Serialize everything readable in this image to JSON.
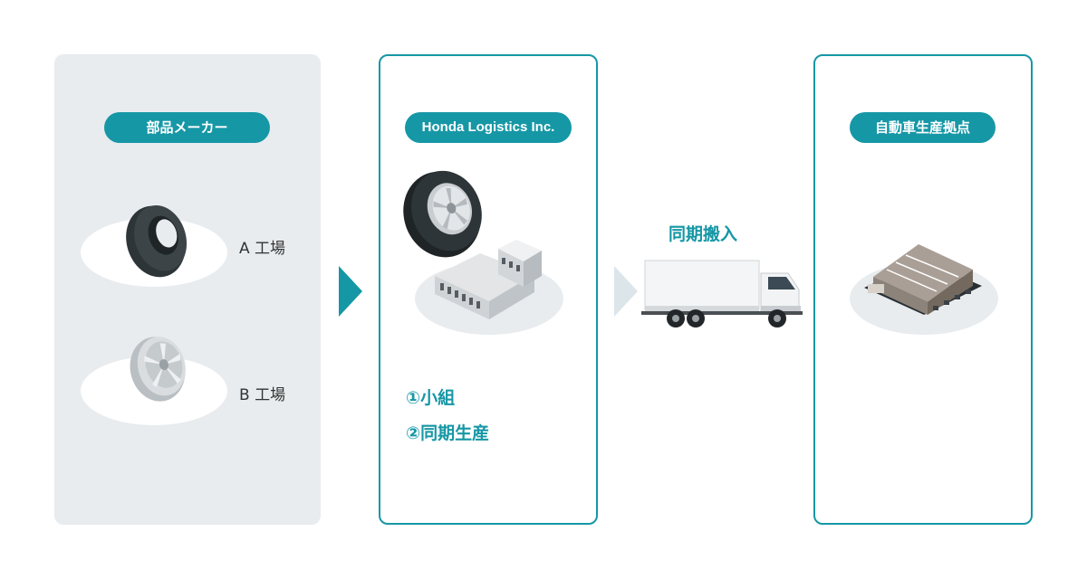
{
  "colors": {
    "accent": "#1697a6",
    "panel_gray": "#e8ecef",
    "arrow_light": "#dce6ea"
  },
  "supplier": {
    "title": "部品メーカー",
    "factories": [
      {
        "label": "A 工場",
        "part": "tire-icon"
      },
      {
        "label": "B 工場",
        "part": "wheel-rim-icon"
      }
    ]
  },
  "logistics": {
    "title": "Honda Logistics Inc.",
    "steps": [
      "①小組",
      "②同期生産"
    ]
  },
  "delivery": {
    "label": "同期搬入"
  },
  "plant": {
    "title": "自動車生産拠点"
  }
}
